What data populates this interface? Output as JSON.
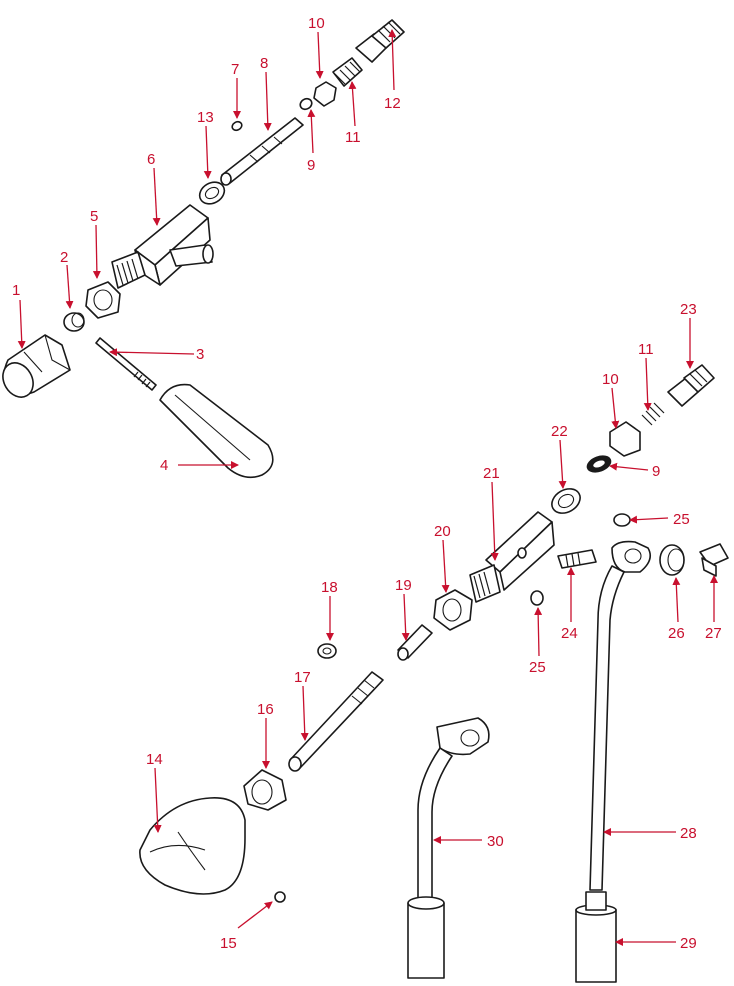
{
  "accent_color": "#c8102e",
  "callouts": [
    {
      "id": "c1",
      "label": "1"
    },
    {
      "id": "c2",
      "label": "2"
    },
    {
      "id": "c3",
      "label": "3"
    },
    {
      "id": "c4",
      "label": "4"
    },
    {
      "id": "c5",
      "label": "5"
    },
    {
      "id": "c6",
      "label": "6"
    },
    {
      "id": "c7",
      "label": "7"
    },
    {
      "id": "c8",
      "label": "8"
    },
    {
      "id": "c9a",
      "label": "9"
    },
    {
      "id": "c10a",
      "label": "10"
    },
    {
      "id": "c11a",
      "label": "11"
    },
    {
      "id": "c12",
      "label": "12"
    },
    {
      "id": "c13",
      "label": "13"
    },
    {
      "id": "c14",
      "label": "14"
    },
    {
      "id": "c15",
      "label": "15"
    },
    {
      "id": "c16",
      "label": "16"
    },
    {
      "id": "c17",
      "label": "17"
    },
    {
      "id": "c18",
      "label": "18"
    },
    {
      "id": "c19",
      "label": "19"
    },
    {
      "id": "c20",
      "label": "20"
    },
    {
      "id": "c21",
      "label": "21"
    },
    {
      "id": "c22",
      "label": "22"
    },
    {
      "id": "c23",
      "label": "23"
    },
    {
      "id": "c24",
      "label": "24"
    },
    {
      "id": "c25a",
      "label": "25"
    },
    {
      "id": "c25b",
      "label": "25"
    },
    {
      "id": "c26",
      "label": "26"
    },
    {
      "id": "c27",
      "label": "27"
    },
    {
      "id": "c28",
      "label": "28"
    },
    {
      "id": "c29",
      "label": "29"
    },
    {
      "id": "c30",
      "label": "30"
    },
    {
      "id": "c9b",
      "label": "9"
    },
    {
      "id": "c10b",
      "label": "10"
    },
    {
      "id": "c11b",
      "label": "11"
    }
  ]
}
